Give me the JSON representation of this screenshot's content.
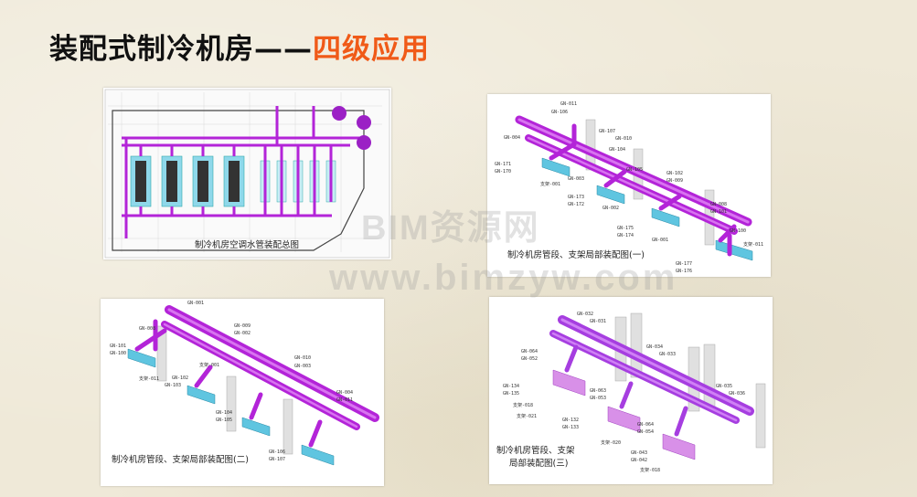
{
  "title": {
    "main": "装配式制冷机房——",
    "accent": "四级应用"
  },
  "panels": [
    {
      "caption": "制冷机房空调水管装配总图"
    },
    {
      "caption": "制冷机房管段、支架局部装配图(一)"
    },
    {
      "caption": "制冷机房管段、支架局部装配图(二)"
    },
    {
      "caption_line1": "制冷机房管段、支架",
      "caption_line2": "局部装配图(三)"
    }
  ],
  "watermark": {
    "line1": "BIM资源网",
    "line2": "www.bimzyw.com"
  },
  "colors": {
    "pipe": "#b324d8",
    "pipe_dark": "#7e109c",
    "equipment": "#3bb7d8",
    "accent": "#f05a18"
  },
  "labels": {
    "p2": [
      "GN-011",
      "GN-106",
      "GN-004",
      "GN-107",
      "GN-010",
      "GN-171",
      "GN-170",
      "GN-104",
      "GN-105",
      "GN-003",
      "GN-102",
      "GN-009",
      "支架-001",
      "GN-173",
      "GN-172",
      "GN-002",
      "GN-008",
      "GN-101",
      "GN-175",
      "GN-174",
      "GN-001",
      "GN-100",
      "GN-177",
      "GN-176",
      "支架-011"
    ],
    "p3": [
      "GN-001",
      "GN-008",
      "GN-009",
      "GN-002",
      "GN-101",
      "GN-100",
      "支架-001",
      "GN-010",
      "GN-003",
      "GN-102",
      "GN-103",
      "支架-011",
      "GN-104",
      "GN-105",
      "GN-004",
      "GN-011",
      "GN-106",
      "GN-107"
    ],
    "p4": [
      "GN-032",
      "GN-031",
      "GN-064",
      "GN-052",
      "GN-034",
      "GN-033",
      "GN-134",
      "GN-135",
      "GN-063",
      "GN-053",
      "GN-035",
      "GN-036",
      "支架-018",
      "支架-021",
      "GN-132",
      "GN-133",
      "GN-064",
      "GN-054",
      "GN-043",
      "GN-042",
      "支架-020",
      "支架-018"
    ]
  }
}
